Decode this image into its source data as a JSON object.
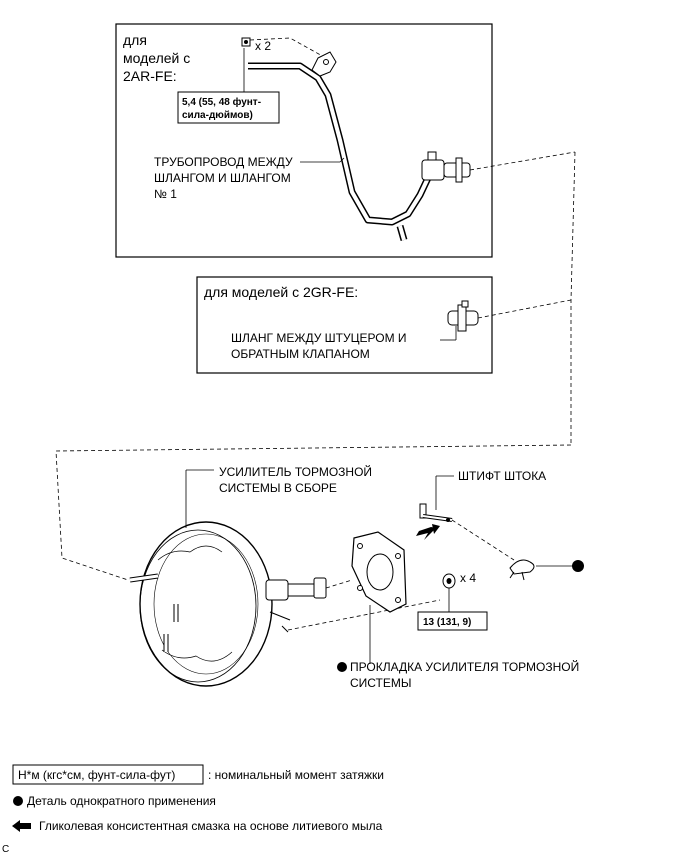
{
  "inset_2ar": {
    "title_lines": [
      "для",
      "моделей с",
      "2AR-FE:"
    ],
    "qty": "x 2",
    "torque_lines": [
      "5,4 (55, 48 фунт-",
      "сила-дюймов)"
    ],
    "pipe_label_lines": [
      "ТРУБОПРОВОД МЕЖДУ",
      "ШЛАНГОМ И ШЛАНГОМ",
      "№ 1"
    ]
  },
  "inset_2gr": {
    "title": "для моделей с 2GR-FE:",
    "hose_label_lines": [
      "ШЛАНГ МЕЖДУ ШТУЦЕРОМ И",
      "ОБРАТНЫМ КЛАПАНОМ"
    ]
  },
  "main": {
    "booster_label_lines": [
      "УСИЛИТЕЛЬ ТОРМОЗНОЙ",
      "СИСТЕМЫ В СБОРЕ"
    ],
    "pin_label": "ШТИФТ ШТОКА",
    "nut_qty": "x 4",
    "nut_torque": "13 (131, 9)",
    "gasket_label_lines": [
      "ПРОКЛАДКА УСИЛИТЕЛЯ ТОРМОЗНОЙ",
      "СИСТЕМЫ"
    ]
  },
  "legend": {
    "torque_box": "Н*м (кгс*см, фунт-сила-фут)",
    "torque_desc": ": номинальный момент затяжки",
    "single_use": "Деталь однократного применения",
    "grease": "Гликолевая консистентная смазка на основе литиевого мыла"
  },
  "corner_mark": "C"
}
